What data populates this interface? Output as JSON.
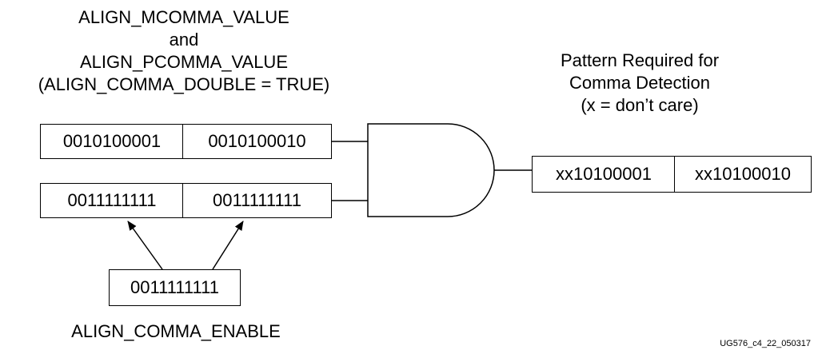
{
  "top_label": {
    "line1": "ALIGN_MCOMMA_VALUE",
    "line2": "and",
    "line3": "ALIGN_PCOMMA_VALUE",
    "line4": "(ALIGN_COMMA_DOUBLE = TRUE)"
  },
  "comma_value": {
    "left": "0010100001",
    "right": "0010100010"
  },
  "comma_mask": {
    "left": "0011111111",
    "right": "0011111111"
  },
  "enable_box": {
    "value": "0011111111"
  },
  "enable_label": "ALIGN_COMMA_ENABLE",
  "result_label": {
    "line1": "Pattern Required for",
    "line2": "Comma Detection",
    "line3": "(x = don’t care)"
  },
  "result_pattern": {
    "left": "xx10100001",
    "right": "xx10100010"
  },
  "figure_id": "UG576_c4_22_050317"
}
